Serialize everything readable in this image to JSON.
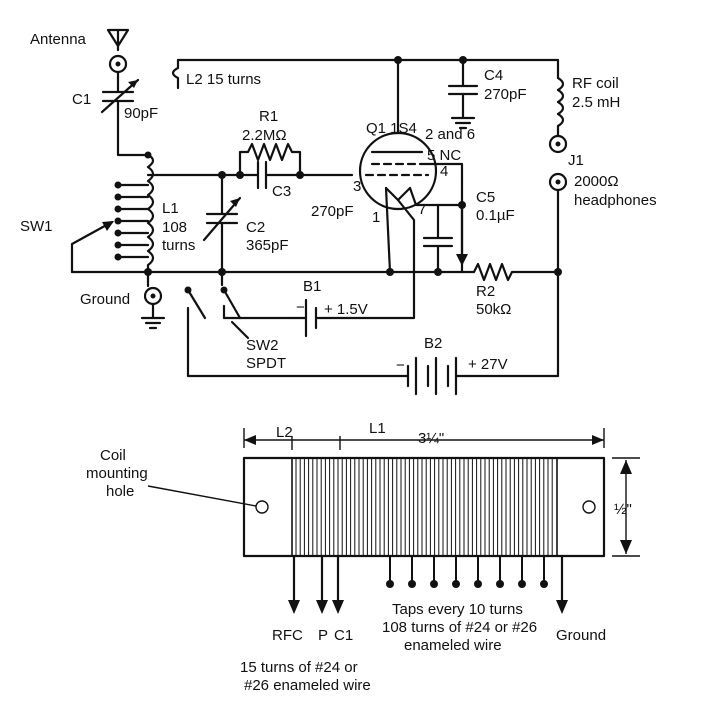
{
  "labels": {
    "antenna": "Antenna",
    "c1": "C1",
    "c1_value": "90pF",
    "l2": "L2 15 turns",
    "c4": "C4",
    "c4_value": "270pF",
    "rf_coil": "RF coil",
    "rf_coil_value": "2.5 mH",
    "r1": "R1",
    "r1_value": "2.2MΩ",
    "q1": "Q1 1S4",
    "pins_2_6": "2 and 6",
    "pin5": "5 NC",
    "pin4": "4",
    "pin3": "3",
    "pin1": "1",
    "pin7": "7",
    "c3": "C3",
    "c3_value": "270pF",
    "c2": "C2",
    "c2_value": "365pF",
    "l1": "L1",
    "l1_turns": "108",
    "l1_turns_word": "turns",
    "sw1": "SW1",
    "c5": "C5",
    "c5_value": "0.1µF",
    "j1": "J1",
    "j1_value": "2000Ω",
    "headphones": "headphones",
    "ground": "Ground",
    "b1": "B1",
    "b1_value": "+ 1.5V",
    "b1_minus": "−",
    "r2": "R2",
    "r2_value": "50kΩ",
    "sw2": "SW2",
    "sw2_type": "SPDT",
    "b2": "B2",
    "b2_minus": "−",
    "b2_value": "+ 27V"
  },
  "coil": {
    "l2_label": "L2",
    "l1_label": "L1",
    "length": "3¼\"",
    "mounting_hole_line1": "Coil",
    "mounting_hole_line2": "mounting",
    "mounting_hole_line3": "hole",
    "diameter": "½\"",
    "rfc": "RFC",
    "p": "P",
    "c1": "C1",
    "ground": "Ground",
    "taps_line1": "Taps every 10 turns",
    "taps_line2": "108 turns of #24 or #26",
    "taps_line3": "enameled wire",
    "l2_wire_line1": "15 turns of #24 or",
    "l2_wire_line2": "#26 enameled wire"
  }
}
